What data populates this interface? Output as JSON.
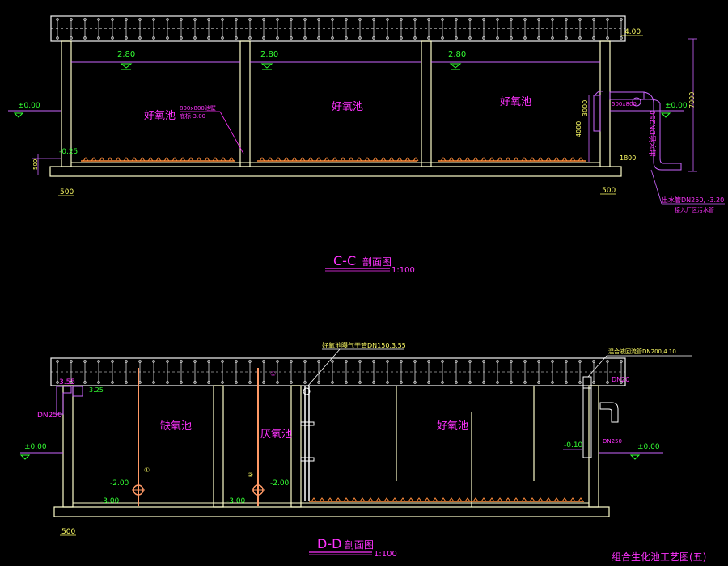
{
  "colors": {
    "background": "#000000",
    "structure": "#ffffcc",
    "lid": "#f5f5f5",
    "pipe_violet": "#cc66ff",
    "pipe_white": "#ffffff",
    "water_green": "#33ff33",
    "aeration_orange": "#ff8c3a",
    "label_magenta": "#ff33ff",
    "pipe_orange": "#ff9966",
    "dimension_yellow": "#ffff66"
  },
  "section_cc": {
    "title": "C-C",
    "title_suffix": "剖面图",
    "scale": "1:100",
    "left_ground": "±0.00",
    "right_ground": "±0.00",
    "top_level": "4.00",
    "bottom_left": "-0.25",
    "base_note_left": "500",
    "base_note_right": "500",
    "bottom_dim": "500",
    "side_dim": "7000",
    "dim_3000": "3000",
    "dim_4000": "4000",
    "dim_1800": "1800",
    "dim_500x800": "500x800",
    "tanks": [
      {
        "name": "好氧池",
        "water_level": "2.80"
      },
      {
        "name": "好氧池",
        "water_level": "2.80"
      },
      {
        "name": "好氧池",
        "water_level": "2.80"
      }
    ],
    "opening_note_1": "800x800池壁",
    "opening_note_2": "底标-3.00",
    "outlet_pipe": "出水管DN250",
    "outlet_note_1": "出水管DN250, -3.20",
    "outlet_note_2": "接入厂区污水管"
  },
  "section_dd": {
    "title": "D-D",
    "title_suffix": "剖面图",
    "scale": "1:100",
    "left_top_level": "3.55",
    "left_inlet_level": "3.25",
    "left_pipe": "DN250",
    "left_ground": "±0.00",
    "right_ground": "±0.00",
    "right_level": "-0.10",
    "right_pipe": "DN20",
    "right_fitting": "DN250",
    "bottom_note": "500",
    "air_main_note": "好氧池曝气干管DN150,3.55",
    "reflux_note": "混合液回流管DN200,4.10",
    "tanks": [
      {
        "name": "缺氧池"
      },
      {
        "name": "厌氧池"
      },
      {
        "name": "好氧池"
      }
    ],
    "mixer_levels": [
      "-2.00",
      "-3.00",
      "-2.00",
      "-3.00"
    ],
    "mixer_tags": [
      "①",
      "②",
      "①"
    ]
  },
  "drawing_title": "组合生化池工艺图(五)"
}
